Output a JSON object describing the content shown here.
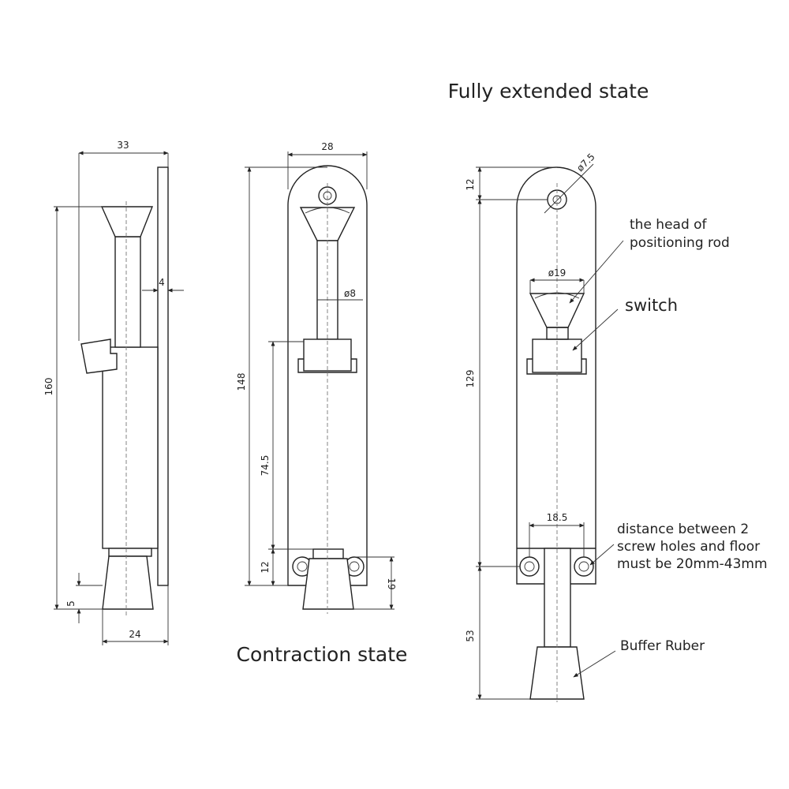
{
  "titles": {
    "extended": "Fully extended state",
    "contraction": "Contraction state"
  },
  "labels": {
    "head_line1": "the head of",
    "head_line2": "positioning rod",
    "switch": "switch",
    "screw_line1": "distance between 2",
    "screw_line2": "screw holes and floor",
    "screw_line3": "must be 20mm-43mm",
    "buffer": "Buffer Ruber"
  },
  "dimensions": {
    "side_width": "33",
    "side_wall": "4",
    "side_height": "160",
    "side_foot_gap": "5",
    "side_foot_width": "24",
    "front_width": "28",
    "rod_diameter": "ø8",
    "front_height": "148",
    "switch_height": "74.5",
    "screw_offset": "12",
    "foot_height": "19",
    "hole_diameter": "ø7.5",
    "top_hole_offset": "12",
    "head_diameter": "ø19",
    "extended_height": "129",
    "screw_spacing": "18.5",
    "extension": "53"
  }
}
